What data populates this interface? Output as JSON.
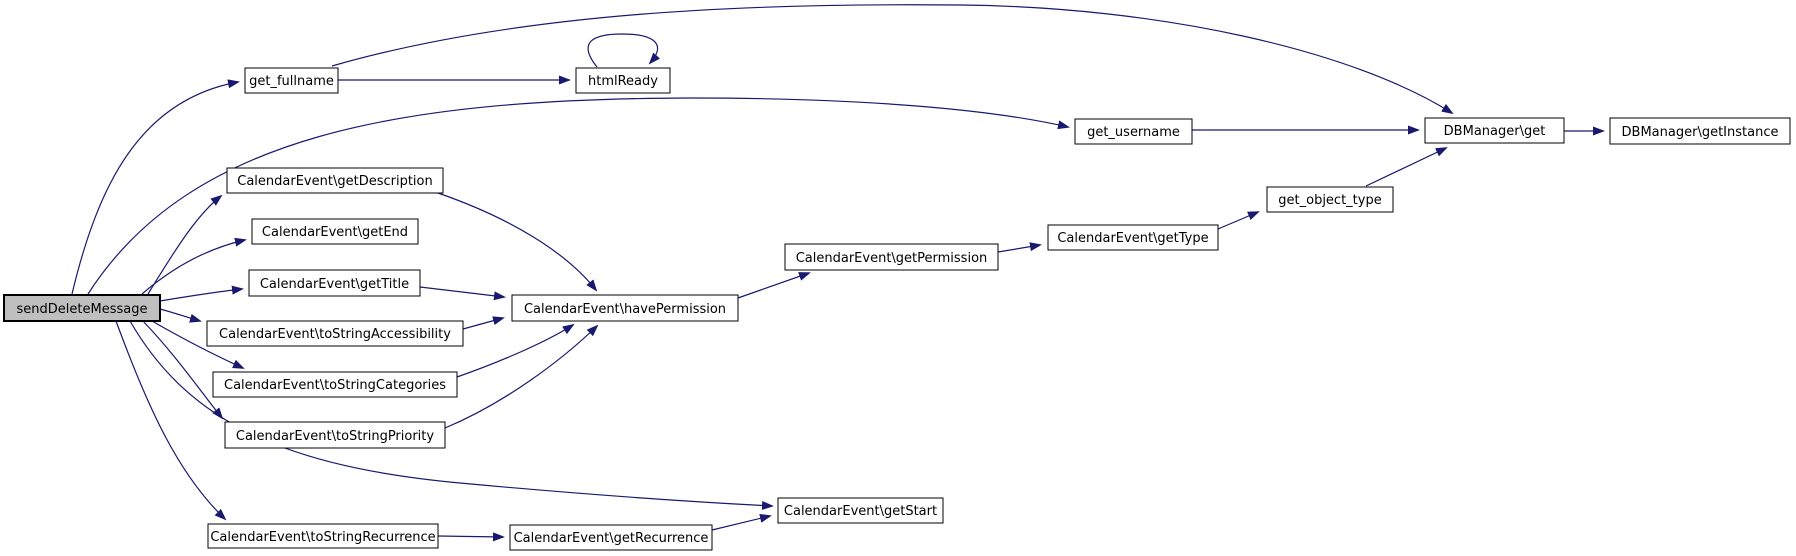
{
  "diagram": {
    "type": "call-graph",
    "focus_node": "send_delete_message",
    "colors": {
      "edge": "#191970",
      "node_border": "#000000",
      "node_fill": "#ffffff",
      "focus_fill": "#bfbfbf",
      "text": "#000000",
      "background": "#ffffff"
    },
    "nodes": {
      "send_delete_message": {
        "label": "sendDeleteMessage"
      },
      "get_fullname": {
        "label": "get_fullname"
      },
      "html_ready": {
        "label": "htmlReady"
      },
      "get_username": {
        "label": "get_username"
      },
      "db_get": {
        "label": "DBManager\\get"
      },
      "db_get_instance": {
        "label": "DBManager\\getInstance"
      },
      "get_object_type": {
        "label": "get_object_type"
      },
      "get_type": {
        "label": "CalendarEvent\\getType"
      },
      "get_permission": {
        "label": "CalendarEvent\\getPermission"
      },
      "have_permission": {
        "label": "CalendarEvent\\havePermission"
      },
      "get_description": {
        "label": "CalendarEvent\\getDescription"
      },
      "get_end": {
        "label": "CalendarEvent\\getEnd"
      },
      "get_title": {
        "label": "CalendarEvent\\getTitle"
      },
      "to_string_accessibility": {
        "label": "CalendarEvent\\toStringAccessibility"
      },
      "to_string_categories": {
        "label": "CalendarEvent\\toStringCategories"
      },
      "to_string_priority": {
        "label": "CalendarEvent\\toStringPriority"
      },
      "to_string_recurrence": {
        "label": "CalendarEvent\\toStringRecurrence"
      },
      "get_recurrence": {
        "label": "CalendarEvent\\getRecurrence"
      },
      "get_start": {
        "label": "CalendarEvent\\getStart"
      }
    },
    "edges": [
      {
        "from": "send_delete_message",
        "to": "get_fullname"
      },
      {
        "from": "send_delete_message",
        "to": "get_username"
      },
      {
        "from": "send_delete_message",
        "to": "get_description"
      },
      {
        "from": "send_delete_message",
        "to": "get_end"
      },
      {
        "from": "send_delete_message",
        "to": "get_title"
      },
      {
        "from": "send_delete_message",
        "to": "to_string_accessibility"
      },
      {
        "from": "send_delete_message",
        "to": "to_string_categories"
      },
      {
        "from": "send_delete_message",
        "to": "to_string_priority"
      },
      {
        "from": "send_delete_message",
        "to": "to_string_recurrence"
      },
      {
        "from": "send_delete_message",
        "to": "get_start"
      },
      {
        "from": "get_fullname",
        "to": "html_ready"
      },
      {
        "from": "get_fullname",
        "to": "db_get"
      },
      {
        "from": "html_ready",
        "to": "html_ready"
      },
      {
        "from": "get_username",
        "to": "db_get"
      },
      {
        "from": "db_get",
        "to": "db_get_instance"
      },
      {
        "from": "get_object_type",
        "to": "db_get"
      },
      {
        "from": "get_type",
        "to": "get_object_type"
      },
      {
        "from": "get_permission",
        "to": "get_type"
      },
      {
        "from": "have_permission",
        "to": "get_permission"
      },
      {
        "from": "get_description",
        "to": "have_permission"
      },
      {
        "from": "get_title",
        "to": "have_permission"
      },
      {
        "from": "to_string_accessibility",
        "to": "have_permission"
      },
      {
        "from": "to_string_categories",
        "to": "have_permission"
      },
      {
        "from": "to_string_priority",
        "to": "have_permission"
      },
      {
        "from": "to_string_recurrence",
        "to": "get_recurrence"
      },
      {
        "from": "get_recurrence",
        "to": "get_start"
      }
    ]
  }
}
